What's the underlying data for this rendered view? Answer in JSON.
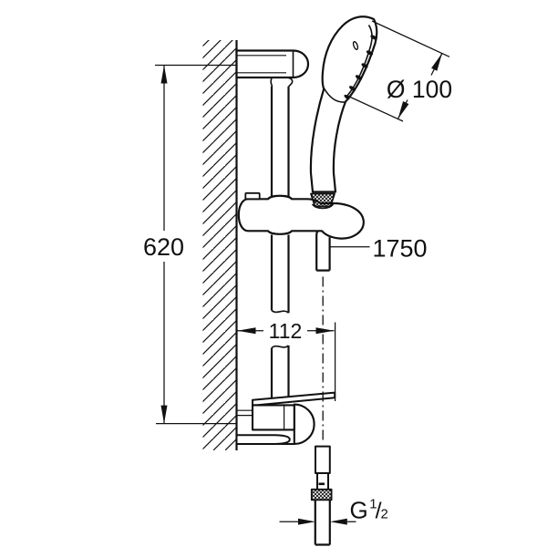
{
  "drawing": {
    "background": "#ffffff",
    "line_color": "#111111",
    "dimensions": {
      "rail_height": "620",
      "wall_distance": "112",
      "hose_length": "1750",
      "head_diameter": "Ø 100",
      "thread_g": "G",
      "thread_numerator": "1",
      "thread_slash": "/",
      "thread_denominator": "2"
    }
  }
}
